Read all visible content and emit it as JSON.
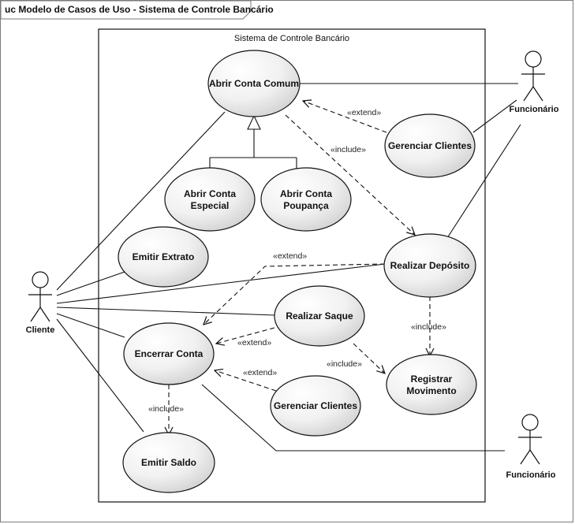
{
  "diagram": {
    "frame_title": "uc Modelo de Casos de Uso - Sistema de Controle Bancário",
    "system_title": "Sistema de Controle Bancário",
    "use_cases": {
      "abrir_conta_comum": [
        "Abrir Conta Comum"
      ],
      "gerenciar_clientes_top": [
        "Gerenciar Clientes"
      ],
      "abrir_conta_especial": [
        "Abrir Conta",
        "Especial"
      ],
      "abrir_conta_poupanca": [
        "Abrir Conta",
        "Poupança"
      ],
      "emitir_extrato": [
        "Emitir Extrato"
      ],
      "realizar_deposito": [
        "Realizar Depósito"
      ],
      "realizar_saque": [
        "Realizar Saque"
      ],
      "encerrar_conta": [
        "Encerrar Conta"
      ],
      "registrar_movimento": [
        "Registrar",
        "Movimento"
      ],
      "gerenciar_clientes_bottom": [
        "Gerenciar Clientes"
      ],
      "emitir_saldo": [
        "Emitir Saldo"
      ]
    },
    "actors": {
      "cliente": "Cliente",
      "funcionario_top": "Funcionário",
      "funcionario_bottom": "Funcionário"
    },
    "relations": {
      "extend": "«extend»",
      "include": "«include»"
    },
    "colors": {
      "ellipse_fill_light": "#ffffff",
      "ellipse_fill_dark": "#d6d6d6",
      "stroke": "#111111"
    }
  }
}
